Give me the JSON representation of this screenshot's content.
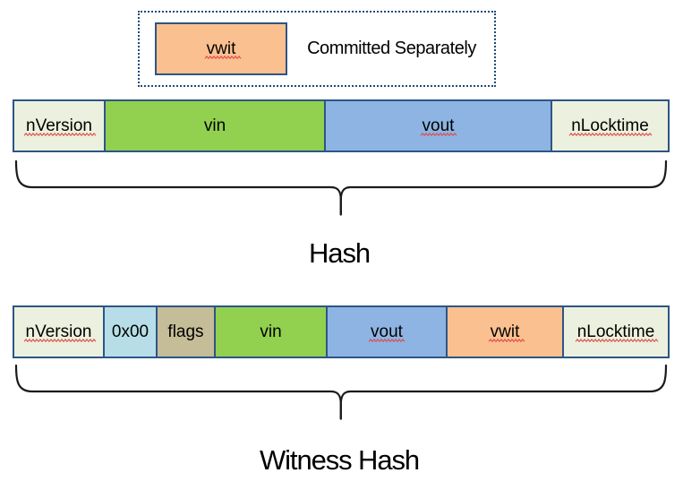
{
  "colors": {
    "background": "#FFFFFF",
    "box_line": "#2D5586",
    "dotted_line": "#1F497D",
    "brace_line": "#1B1B1B",
    "text": "#000000",
    "spellcheck_squiggle": "#E04848",
    "fill_light_olive": "#EBF1DE",
    "fill_green": "#92D050",
    "fill_blue": "#8DB4E2",
    "fill_light_blue": "#B7DEE8",
    "fill_tan": "#C4BD97",
    "fill_orange": "#FAC090"
  },
  "legend": {
    "swatch_label": "vwit",
    "swatch_misspelled": true,
    "caption": "Committed Separately"
  },
  "bars": {
    "hash": {
      "caption": "Hash",
      "segments": [
        {
          "label": "nVersion",
          "fill": "#EBF1DE",
          "misspelled": true
        },
        {
          "label": "vin",
          "fill": "#92D050",
          "misspelled": false
        },
        {
          "label": "vout",
          "fill": "#8DB4E2",
          "misspelled": true
        },
        {
          "label": "nLocktime",
          "fill": "#EBF1DE",
          "misspelled": true
        }
      ]
    },
    "witness": {
      "caption": "Witness Hash",
      "segments": [
        {
          "label": "nVersion",
          "fill": "#EBF1DE",
          "misspelled": true
        },
        {
          "label": "0x00",
          "fill": "#B7DEE8",
          "misspelled": false
        },
        {
          "label": "flags",
          "fill": "#C4BD97",
          "misspelled": false
        },
        {
          "label": "vin",
          "fill": "#92D050",
          "misspelled": false
        },
        {
          "label": "vout",
          "fill": "#8DB4E2",
          "misspelled": true
        },
        {
          "label": "vwit",
          "fill": "#FAC090",
          "misspelled": true
        },
        {
          "label": "nLocktime",
          "fill": "#EBF1DE",
          "misspelled": true
        }
      ]
    }
  }
}
